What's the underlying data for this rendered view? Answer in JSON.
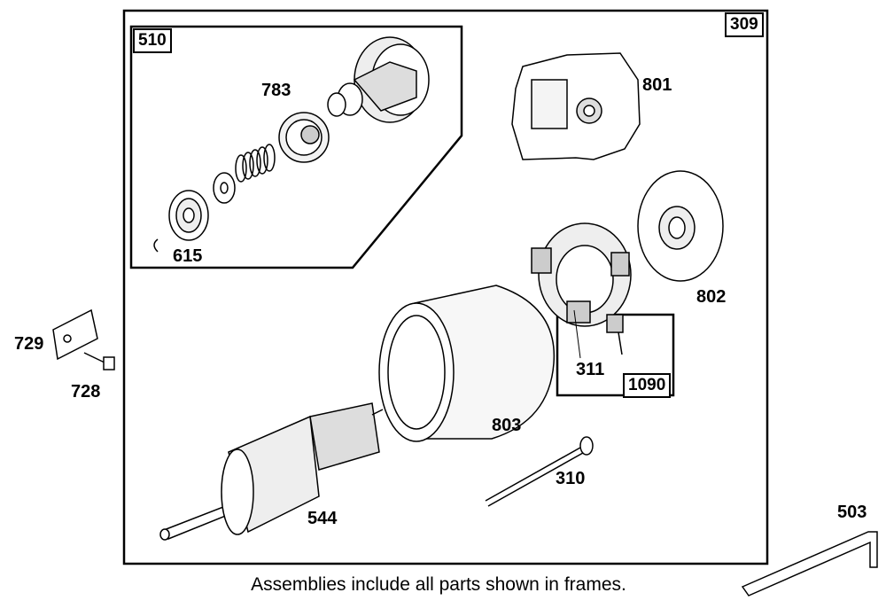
{
  "frames": {
    "main": "309",
    "drive": "510",
    "brush": "1090"
  },
  "parts": {
    "p783": "783",
    "p615": "615",
    "p801": "801",
    "p802": "802",
    "p311": "311",
    "p803": "803",
    "p310": "310",
    "p544": "544",
    "p729": "729",
    "p728": "728",
    "p503": "503"
  },
  "caption": "Assemblies include all parts shown in frames."
}
